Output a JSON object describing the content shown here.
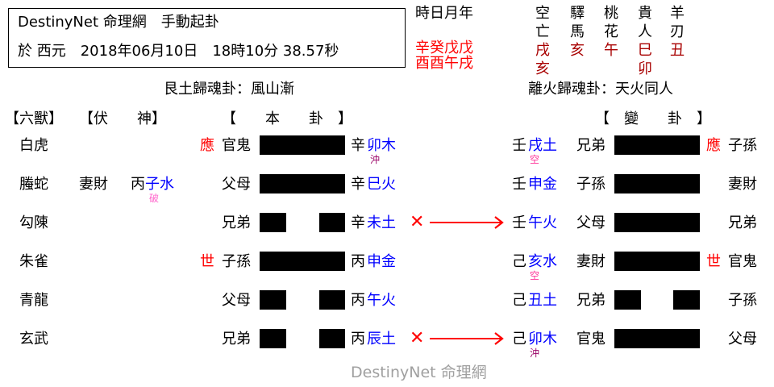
{
  "header": {
    "site_title": "DestinyNet 命理網　手動起卦",
    "date_line": "於 西元　2018年06月10日　18時10分 38.57秒"
  },
  "pillars": {
    "label": "時日月年",
    "stems": "辛癸戊戊",
    "branches": "酉酉午戌"
  },
  "shensha": [
    {
      "name1": "空",
      "name2": "亡",
      "values": [
        "戌",
        "亥"
      ]
    },
    {
      "name1": "驛",
      "name2": "馬",
      "values": [
        "亥"
      ]
    },
    {
      "name1": "桃",
      "name2": "花",
      "values": [
        "午"
      ]
    },
    {
      "name1": "貴",
      "name2": "人",
      "values": [
        "巳",
        "卯"
      ]
    },
    {
      "name1": "羊",
      "name2": "刃",
      "values": [
        "丑"
      ]
    }
  ],
  "hexagrams": {
    "main_title": "艮土歸魂卦：風山漸",
    "changed_title": "離火歸魂卦：天火同人"
  },
  "column_headers": {
    "six_beasts": "【六獸】",
    "hidden_god": "【伏　　神】",
    "main_hexagram": "【　　本　　卦　】",
    "changed_hexagram": "【　變　　卦　】"
  },
  "lines": [
    {
      "beast": "白虎",
      "hidden_relation": "",
      "hidden_stem": "",
      "hidden_branch": "",
      "hidden_note": "",
      "marker": "應",
      "relation": "官鬼",
      "yang": true,
      "stem": "辛",
      "branch": "卯木",
      "note": "沖",
      "moving": false,
      "c_stem": "壬",
      "c_branch": "戌土",
      "c_note": "空",
      "c_relation": "兄弟",
      "c_yang": true,
      "c_marker": "應",
      "c_right": "子孫"
    },
    {
      "beast": "螣蛇",
      "hidden_relation": "妻財",
      "hidden_stem": "丙",
      "hidden_branch": "子水",
      "hidden_note": "破",
      "marker": "",
      "relation": "父母",
      "yang": true,
      "stem": "辛",
      "branch": "巳火",
      "note": "",
      "moving": false,
      "c_stem": "壬",
      "c_branch": "申金",
      "c_note": "",
      "c_relation": "子孫",
      "c_yang": true,
      "c_marker": "",
      "c_right": "妻財"
    },
    {
      "beast": "勾陳",
      "hidden_relation": "",
      "hidden_stem": "",
      "hidden_branch": "",
      "hidden_note": "",
      "marker": "",
      "relation": "兄弟",
      "yang": false,
      "stem": "辛",
      "branch": "未土",
      "note": "",
      "moving": true,
      "c_stem": "壬",
      "c_branch": "午火",
      "c_note": "",
      "c_relation": "父母",
      "c_yang": true,
      "c_marker": "",
      "c_right": "兄弟"
    },
    {
      "beast": "朱雀",
      "hidden_relation": "",
      "hidden_stem": "",
      "hidden_branch": "",
      "hidden_note": "",
      "marker": "世",
      "relation": "子孫",
      "yang": true,
      "stem": "丙",
      "branch": "申金",
      "note": "",
      "moving": false,
      "c_stem": "己",
      "c_branch": "亥水",
      "c_note": "空",
      "c_relation": "妻財",
      "c_yang": true,
      "c_marker": "世",
      "c_right": "官鬼"
    },
    {
      "beast": "青龍",
      "hidden_relation": "",
      "hidden_stem": "",
      "hidden_branch": "",
      "hidden_note": "",
      "marker": "",
      "relation": "父母",
      "yang": false,
      "stem": "丙",
      "branch": "午火",
      "note": "",
      "moving": false,
      "c_stem": "己",
      "c_branch": "丑土",
      "c_note": "",
      "c_relation": "兄弟",
      "c_yang": false,
      "c_marker": "",
      "c_right": "子孫"
    },
    {
      "beast": "玄武",
      "hidden_relation": "",
      "hidden_stem": "",
      "hidden_branch": "",
      "hidden_note": "",
      "marker": "",
      "relation": "兄弟",
      "yang": false,
      "stem": "丙",
      "branch": "辰土",
      "note": "",
      "moving": true,
      "c_stem": "己",
      "c_branch": "卯木",
      "c_note": "沖",
      "c_relation": "官鬼",
      "c_yang": true,
      "c_marker": "",
      "c_right": "父母"
    }
  ],
  "moving_symbol": "✕",
  "watermark": "DestinyNet 命理網",
  "colors": {
    "marker": "#ff0000",
    "branch": "#0000ff",
    "pillars": "#ff0000",
    "shensha_values": "#a80000",
    "clash": "#990066",
    "void": "#ff3399",
    "broken": "#ff66cc",
    "watermark": "#a0a0a0"
  }
}
